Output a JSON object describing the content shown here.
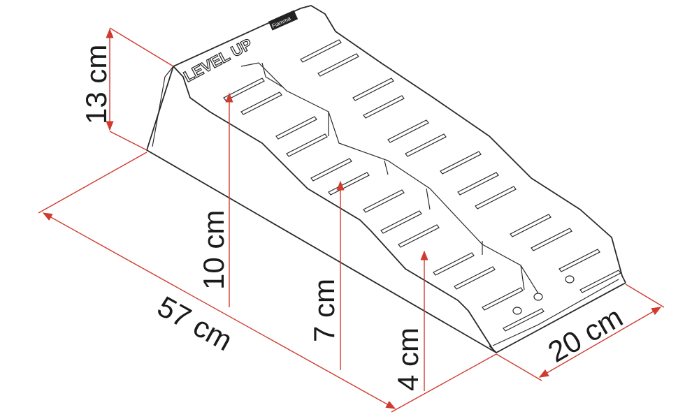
{
  "product_label": "LEVEL UP",
  "brand_logo": "Fiamma",
  "dimensions": {
    "total_height": "13 cm",
    "step1_height": "10 cm",
    "step2_height": "7 cm",
    "step3_height": "4 cm",
    "length": "57 cm",
    "width": "20 cm"
  },
  "colors": {
    "dimension_lines": "#cf3b2f",
    "outline": "#2a2a2a"
  }
}
